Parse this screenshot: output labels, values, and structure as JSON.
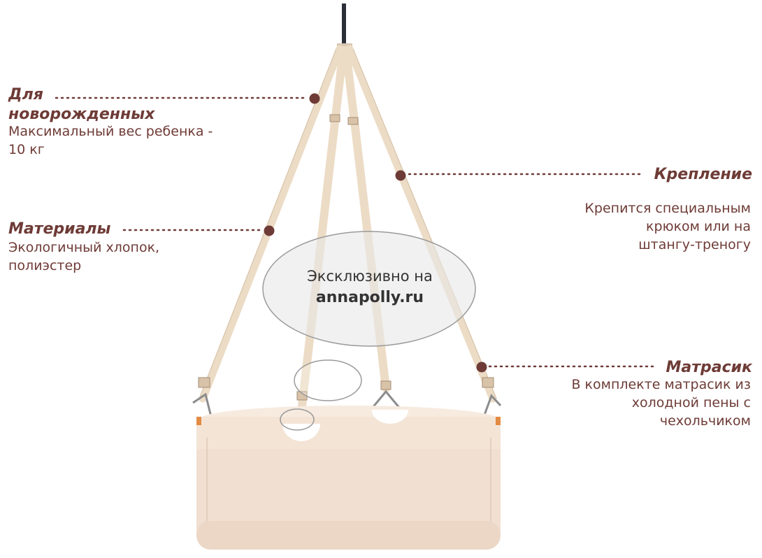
{
  "callouts": {
    "newborn": {
      "title_line1": "Для",
      "title_line2": "новорожденных",
      "desc_line1": "Максимальный вес ребенка -",
      "desc_line2": "10 кг"
    },
    "mount": {
      "title": "Крепление",
      "desc_line1": "Крепится специальным",
      "desc_line2": "крюком или на",
      "desc_line3": "штангу-треногу"
    },
    "materials": {
      "title": "Материалы",
      "desc_line1": "Экологичный хлопок,",
      "desc_line2": "полиэстер"
    },
    "mattress": {
      "title": "Матрасик",
      "desc_line1": "В комплекте матрасик из",
      "desc_line2": "холодной пены с",
      "desc_line3": "чехольчиком"
    }
  },
  "watermark": {
    "line1": "Эксклюзивно на",
    "line2": "annapolly.ru"
  },
  "colors": {
    "accent": "#6e3b36",
    "strap": "#ecdcc6",
    "fabric": "#f3e2d4"
  }
}
